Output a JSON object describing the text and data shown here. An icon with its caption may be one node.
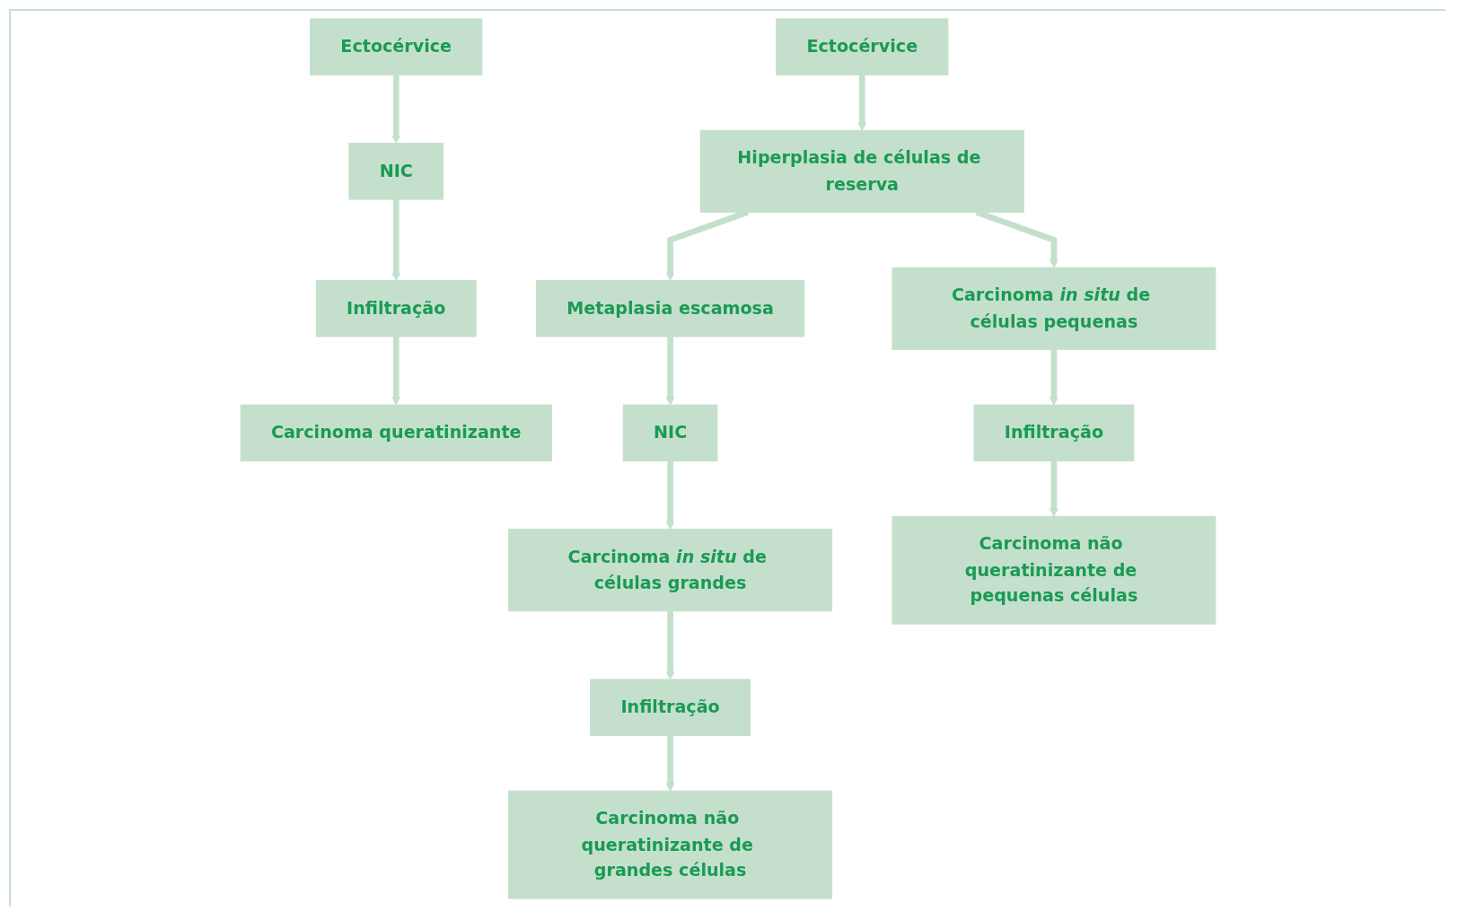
{
  "diagram": {
    "nodes": [
      {
        "text": [
          "Ectocérvice"
        ]
      },
      {
        "text": [
          "NIC"
        ]
      },
      {
        "text": [
          "Infiltração"
        ]
      },
      {
        "text": [
          "Carcinoma queratinizante"
        ]
      },
      {
        "text": [
          "Ectocérvice"
        ]
      },
      {
        "text": [
          "Hiperplasia de células de reserva"
        ]
      },
      {
        "text": [
          "Metaplasia escamosa"
        ]
      },
      {
        "text": [
          "Carcinoma *in situ* de células pequenas"
        ]
      },
      {
        "text": [
          "NIC"
        ]
      },
      {
        "text": [
          "Carcinoma *in situ* de células grandes"
        ]
      },
      {
        "text": [
          "Infiltração"
        ]
      },
      {
        "text": [
          "Carcinoma não queratinizante de grandes células"
        ]
      },
      {
        "text": [
          "Infiltração"
        ]
      },
      {
        "text": [
          "Carcinoma não queratinizante de pequenas células"
        ]
      }
    ],
    "edges": [
      {
        "from": 0,
        "to": 1,
        "arrow": "to"
      },
      {
        "from": 1,
        "to": 2,
        "arrow": "to"
      },
      {
        "from": 2,
        "to": 3,
        "arrow": "to"
      },
      {
        "from": 4,
        "to": 5,
        "arrow": "to"
      },
      {
        "from": 5,
        "to": 6,
        "arrow": "to"
      },
      {
        "from": 5,
        "to": 7,
        "arrow": "to"
      },
      {
        "from": 6,
        "to": 8,
        "arrow": "to"
      },
      {
        "from": 8,
        "to": 9,
        "arrow": "to"
      },
      {
        "from": 9,
        "to": 10,
        "arrow": "to"
      },
      {
        "from": 10,
        "to": 11,
        "arrow": "to"
      },
      {
        "from": 7,
        "to": 12,
        "arrow": "to"
      },
      {
        "from": 12,
        "to": 13,
        "arrow": "to"
      }
    ]
  }
}
